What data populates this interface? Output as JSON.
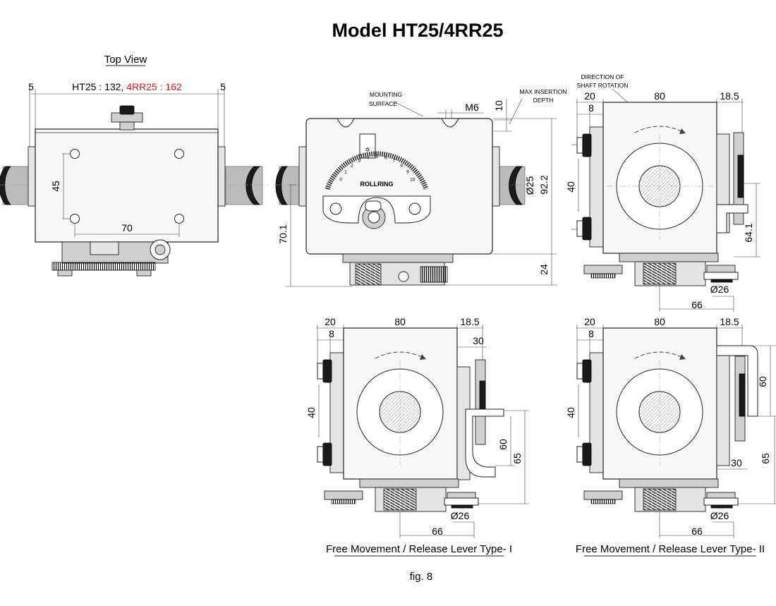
{
  "title": "Model HT25/4RR25",
  "figure_caption": "fig. 8",
  "top_view": {
    "label": "Top View",
    "length_ht25": "HT25 : 132",
    "length_sep": ",",
    "length_4rr25": "4RR25 : 162",
    "left_offset": "5",
    "right_offset": "5",
    "hole_spacing_vertical": "45",
    "hole_spacing_horizontal": "70"
  },
  "front_view": {
    "mounting_surface": [
      "MOUNTING",
      "SURFACE"
    ],
    "thread": "M6",
    "insertion_depth_value": "10",
    "max_insertion_depth": [
      "MAX INSERTION",
      "DEPTH"
    ],
    "shaft_diameter": "Ø25",
    "height_total": "92.2",
    "height_center": "70.1",
    "base_height": "24",
    "brand": "ROLLRING",
    "scale_ticks": [
      "0",
      "1",
      "2",
      "3",
      "4",
      "5",
      "6",
      "7",
      "8",
      "9",
      "10"
    ]
  },
  "side_view": {
    "direction_label": [
      "DIRECTION OF",
      "SHAFT ROTATION"
    ],
    "width_left": "20",
    "width_flange": "8",
    "width_body": "80",
    "width_right": "18.5",
    "bolt_spacing": "40",
    "lever_height": "64.1",
    "wheel_diameter": "Ø26",
    "wheel_offset": "66"
  },
  "type1": {
    "caption": "Free Movement / Release Lever Type- I",
    "width_left": "20",
    "width_flange": "8",
    "width_body": "80",
    "width_right": "18.5",
    "lever_width": "30",
    "bolt_spacing": "40",
    "lever_height_inner": "60",
    "lever_height_outer": "65",
    "wheel_diameter": "Ø26",
    "wheel_offset": "66"
  },
  "type2": {
    "caption": "Free Movement / Release Lever Type- II",
    "width_left": "20",
    "width_flange": "8",
    "width_body": "80",
    "width_right": "18.5",
    "lever_height_upper": "60",
    "lever_width": "30",
    "bolt_spacing": "40",
    "lever_height_outer": "65",
    "wheel_diameter": "Ø26",
    "wheel_offset": "66"
  }
}
